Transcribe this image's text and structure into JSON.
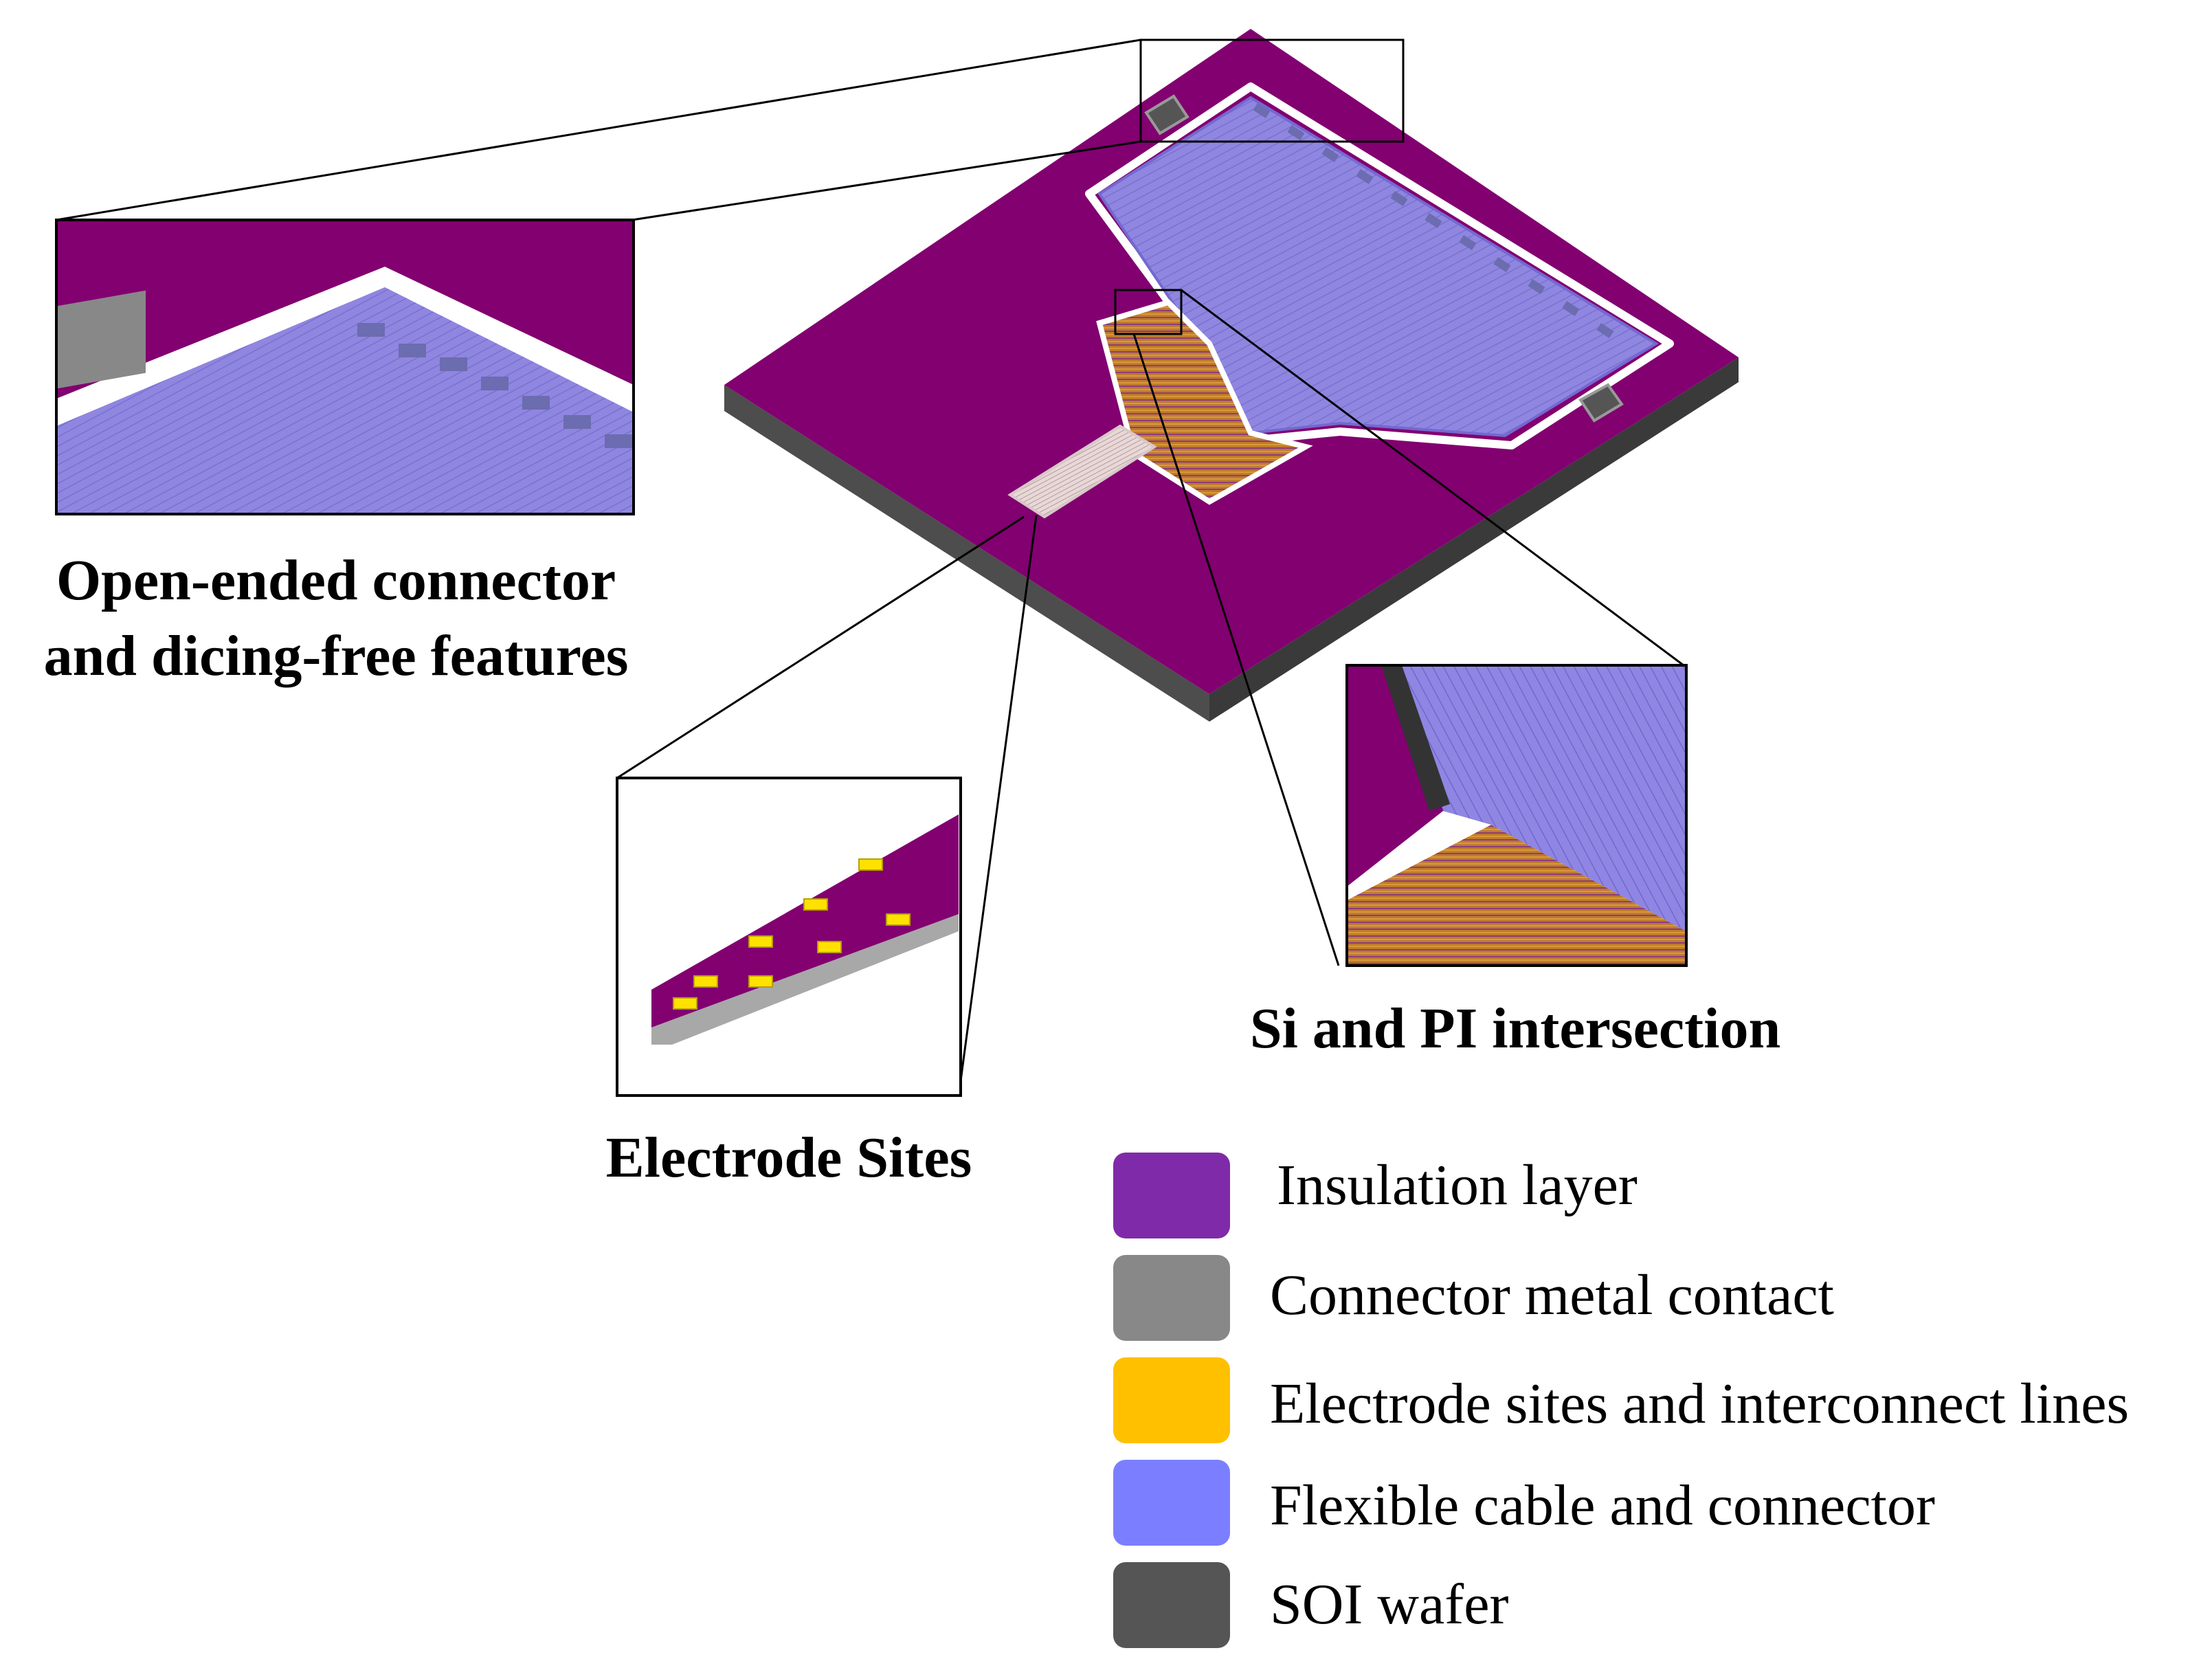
{
  "callouts": {
    "connector_label_line1": "Open-ended connector",
    "connector_label_line2": "and dicing-free features",
    "electrode_label": "Electrode Sites",
    "intersection_label": "Si and PI intersection"
  },
  "legend": [
    {
      "label": "Insulation layer",
      "color": "#7F2AA8"
    },
    {
      "label": "Connector metal contact",
      "color": "#888888"
    },
    {
      "label": "Electrode sites and interconnect lines",
      "color": "#FFC000"
    },
    {
      "label": "Flexible cable and connector",
      "color": "#7B7FFF"
    },
    {
      "label": "SOI wafer",
      "color": "#555555"
    }
  ],
  "colors": {
    "wafer_top": "#820070",
    "wafer_side": "#4d4d4d",
    "cable": "#8f86e0",
    "si_region": "#b56a2a",
    "electrode_pad": "#ffe100"
  }
}
